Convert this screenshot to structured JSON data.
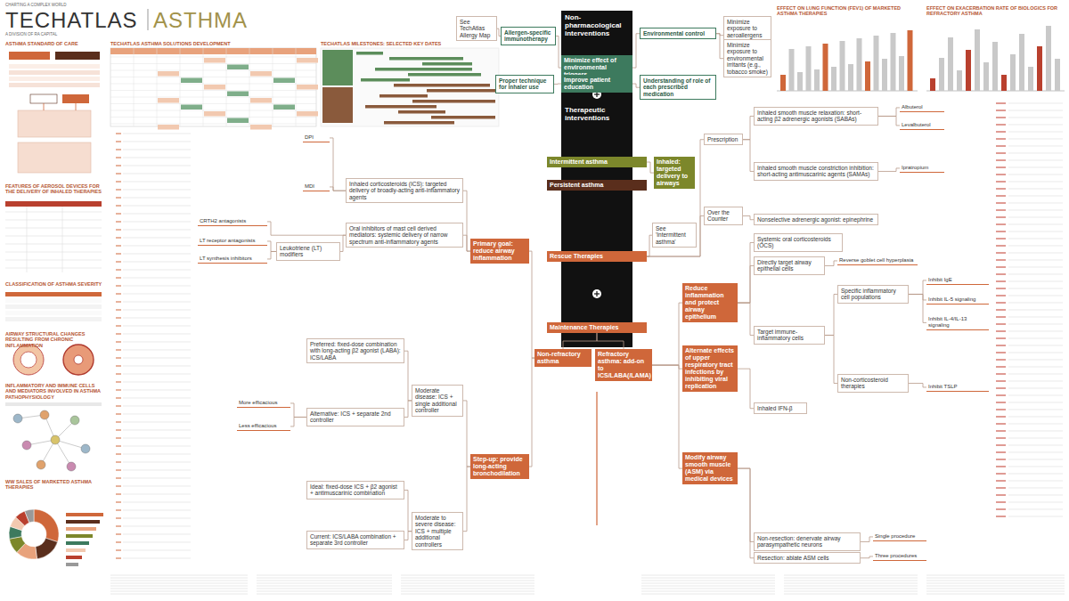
{
  "diagram": {
    "title": "ASTHMA",
    "nodes": [
      {
        "text": [
          "Non-pharmacological interventions"
        ]
      },
      {
        "text": [
          "See TechAtlas Allergy Map"
        ]
      },
      {
        "text": [
          "Allergen-specific immunotherapy"
        ]
      },
      {
        "text": [
          "Environmental control"
        ]
      },
      {
        "text": [
          "Minimize exposure to aeroallergens (e.g., animal dander)"
        ]
      },
      {
        "text": [
          "Minimize exposure to environmental irritants (e.g., tobacco smoke)"
        ]
      },
      {
        "text": [
          "Minimize effect of environmental triggers"
        ]
      },
      {
        "text": [
          "Proper technique for inhaler use"
        ]
      },
      {
        "text": [
          "Improve patient education"
        ]
      },
      {
        "text": [
          "Understanding of role of each prescribed medication"
        ]
      },
      {
        "text": [
          "Therapeutic interventions"
        ]
      },
      {
        "text": [
          "Intermittent asthma"
        ]
      },
      {
        "text": [
          "Inhaled: targeted delivery to airways"
        ]
      },
      {
        "text": [
          "Persistent asthma"
        ]
      },
      {
        "text": [
          "See 'Intermittent asthma'"
        ]
      },
      {
        "text": [
          "Rescue Therapies"
        ]
      },
      {
        "text": [
          "Maintenance Therapies"
        ]
      },
      {
        "text": [
          "Non-refractory asthma"
        ]
      },
      {
        "text": [
          "Refractory asthma: add-on to ICS/LABA(/LAMA)"
        ]
      },
      {
        "text": [
          "Primary goal: reduce airway inflammation"
        ]
      },
      {
        "text": [
          "Step-up: provide long-acting bronchodilation"
        ]
      },
      {
        "text": [
          "Inhaled corticosteroids (ICS): targeted delivery of broadly-acting anti-inflammatory agents"
        ]
      },
      {
        "text": [
          "Oral inhibitors of mast cell derived mediators: systemic delivery of narrow spectrum anti-inflammatory agents"
        ]
      },
      {
        "text": [
          "DPI"
        ]
      },
      {
        "text": [
          "MDI"
        ]
      },
      {
        "text": [
          "Leukotriene (LT) modifiers"
        ]
      },
      {
        "text": [
          "CRTH2 antagonists"
        ]
      },
      {
        "text": [
          "LT receptor antagonists"
        ]
      },
      {
        "text": [
          "LT synthesis inhibitors"
        ]
      },
      {
        "text": [
          "Moderate disease: ICS + single additional controller"
        ]
      },
      {
        "text": [
          "Moderate to severe disease: ICS + multiple additional controllers"
        ]
      },
      {
        "text": [
          "Preferred: fixed-dose combination with long-acting β2 agonist (LABA): ICS/LABA"
        ]
      },
      {
        "text": [
          "Alternative: ICS + separate 2nd controller"
        ]
      },
      {
        "text": [
          "Ideal: fixed-dose ICS + β2 agonist + antimuscarinic combination"
        ]
      },
      {
        "text": [
          "Current: ICS/LABA combination + separate 3rd controller"
        ]
      },
      {
        "text": [
          "More efficacious"
        ]
      },
      {
        "text": [
          "Less efficacious"
        ]
      },
      {
        "text": [
          "Prescription"
        ]
      },
      {
        "text": [
          "Over the Counter"
        ]
      },
      {
        "text": [
          "Inhaled smooth muscle relaxation: short-acting β2 adrenergic agonists (SABAs)"
        ]
      },
      {
        "text": [
          "Inhaled smooth muscle constriction inhibition: short-acting antimuscarinic agents (SAMAs)"
        ]
      },
      {
        "text": [
          "Nonselective adrenergic agonist: epinephrine"
        ]
      },
      {
        "text": [
          "Albuterol"
        ]
      },
      {
        "text": [
          "Levalbuterol"
        ]
      },
      {
        "text": [
          "Ipratropium"
        ]
      },
      {
        "text": [
          "Reduce inflammation and protect airway epithelium"
        ]
      },
      {
        "text": [
          "Systemic oral corticosteroids (OCS)"
        ]
      },
      {
        "text": [
          "Directly target airway epithelial cells"
        ]
      },
      {
        "text": [
          "Reverse goblet cell hyperplasia"
        ]
      },
      {
        "text": [
          "Target immune-inflammatory cells"
        ]
      },
      {
        "text": [
          "Specific inflammatory cell populations"
        ]
      },
      {
        "text": [
          "Non-corticosteroid therapies"
        ]
      },
      {
        "text": [
          "Inhibit IgE"
        ]
      },
      {
        "text": [
          "Inhibit IL-5 signaling"
        ]
      },
      {
        "text": [
          "Inhibit IL-4/IL-13 signaling"
        ]
      },
      {
        "text": [
          "Inhibit TSLP"
        ]
      },
      {
        "text": [
          "Alternate effects of upper respiratory tract infections by inhibiting viral replication"
        ]
      },
      {
        "text": [
          "Inhaled IFN-β"
        ]
      },
      {
        "text": [
          "Modify airway smooth muscle (ASM) via medical devices"
        ]
      },
      {
        "text": [
          "Non-resection: denervate airway parasympathetic neurons"
        ]
      },
      {
        "text": [
          "Resection: ablate ASM cells"
        ]
      },
      {
        "text": [
          "Single procedure"
        ]
      },
      {
        "text": [
          "Three procedures"
        ]
      }
    ],
    "edges": [
      {
        "from": 6,
        "to": 2,
        "arrow": "none"
      },
      {
        "from": 6,
        "to": 3,
        "arrow": "none"
      },
      {
        "from": 3,
        "to": 4,
        "arrow": "none"
      },
      {
        "from": 3,
        "to": 5,
        "arrow": "none"
      },
      {
        "from": 2,
        "to": 1,
        "arrow": "none"
      },
      {
        "from": 8,
        "to": 7,
        "arrow": "none"
      },
      {
        "from": 8,
        "to": 9,
        "arrow": "none"
      },
      {
        "from": 11,
        "to": 12,
        "arrow": "none"
      },
      {
        "from": 15,
        "to": 14,
        "arrow": "none"
      },
      {
        "from": 15,
        "to": 37,
        "arrow": "none"
      },
      {
        "from": 15,
        "to": 38,
        "arrow": "none"
      },
      {
        "from": 16,
        "to": 17,
        "arrow": "none"
      },
      {
        "from": 16,
        "to": 18,
        "arrow": "none"
      },
      {
        "from": 17,
        "to": 19,
        "arrow": "none"
      },
      {
        "from": 17,
        "to": 20,
        "arrow": "none"
      },
      {
        "from": 19,
        "to": 21,
        "arrow": "none"
      },
      {
        "from": 19,
        "to": 22,
        "arrow": "none"
      },
      {
        "from": 21,
        "to": 23,
        "arrow": "none"
      },
      {
        "from": 21,
        "to": 24,
        "arrow": "none"
      },
      {
        "from": 22,
        "to": 25,
        "arrow": "none"
      },
      {
        "from": 22,
        "to": 26,
        "arrow": "none"
      },
      {
        "from": 25,
        "to": 27,
        "arrow": "none"
      },
      {
        "from": 25,
        "to": 28,
        "arrow": "none"
      },
      {
        "from": 20,
        "to": 29,
        "arrow": "none"
      },
      {
        "from": 20,
        "to": 30,
        "arrow": "none"
      },
      {
        "from": 29,
        "to": 31,
        "arrow": "none"
      },
      {
        "from": 29,
        "to": 32,
        "arrow": "none"
      },
      {
        "from": 32,
        "to": 35,
        "arrow": "none"
      },
      {
        "from": 32,
        "to": 36,
        "arrow": "none"
      },
      {
        "from": 30,
        "to": 33,
        "arrow": "none"
      },
      {
        "from": 30,
        "to": 34,
        "arrow": "none"
      },
      {
        "from": 37,
        "to": 39,
        "arrow": "none"
      },
      {
        "from": 37,
        "to": 40,
        "arrow": "none"
      },
      {
        "from": 38,
        "to": 41,
        "arrow": "none"
      },
      {
        "from": 39,
        "to": 42,
        "arrow": "none"
      },
      {
        "from": 39,
        "to": 43,
        "arrow": "none"
      },
      {
        "from": 40,
        "to": 44,
        "arrow": "none"
      },
      {
        "from": 18,
        "to": 45,
        "arrow": "none"
      },
      {
        "from": 18,
        "to": 56,
        "arrow": "none"
      },
      {
        "from": 18,
        "to": 58,
        "arrow": "none"
      },
      {
        "from": 45,
        "to": 46,
        "arrow": "none"
      },
      {
        "from": 45,
        "to": 47,
        "arrow": "none"
      },
      {
        "from": 45,
        "to": 49,
        "arrow": "none"
      },
      {
        "from": 47,
        "to": 48,
        "arrow": "none"
      },
      {
        "from": 49,
        "to": 50,
        "arrow": "none"
      },
      {
        "from": 49,
        "to": 51,
        "arrow": "none"
      },
      {
        "from": 50,
        "to": 52,
        "arrow": "none"
      },
      {
        "from": 50,
        "to": 53,
        "arrow": "none"
      },
      {
        "from": 50,
        "to": 54,
        "arrow": "none"
      },
      {
        "from": 51,
        "to": 55,
        "arrow": "none"
      },
      {
        "from": 56,
        "to": 57,
        "arrow": "none"
      },
      {
        "from": 58,
        "to": 59,
        "arrow": "none"
      },
      {
        "from": 58,
        "to": 60,
        "arrow": "none"
      },
      {
        "from": 59,
        "to": 61,
        "arrow": "none"
      },
      {
        "from": 60,
        "to": 62,
        "arrow": "none"
      }
    ],
    "labels": [
      "CHARTING A COMPLEX WORLD",
      "TECHATLAS",
      "A DIVISION OF RA CAPITAL",
      "ASTHMA STANDARD OF CARE",
      "FEATURES OF AEROSOL DEVICES FOR THE DELIVERY OF INHALED THERAPIES",
      "CLASSIFICATION OF ASTHMA SEVERITY",
      "AIRWAY STRUCTURAL CHANGES RESULTING FROM CHRONIC INFLAMMATION",
      "INFLAMMATORY AND IMMUNE CELLS AND MEDIATORS INVOLVED IN ASTHMA PATHOPHYSIOLOGY",
      "WW SALES OF MARKETED ASTHMA THERAPIES",
      "TECHATLAS ASTHMA SOLUTIONS DEVELOPMENT",
      "TECHATLAS MILESTONES: SELECTED KEY DATES",
      "EFFECT ON LUNG FUNCTION (FEV1) OF MARKETED ASTHMA THERAPIES",
      "EFFECT ON EXACERBATION RATE OF BIOLOGICS FOR REFRACTORY ASTHMA"
    ]
  }
}
